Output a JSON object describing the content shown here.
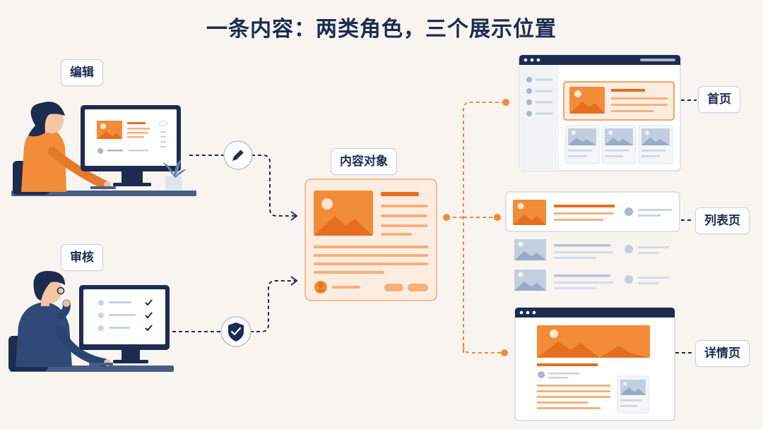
{
  "title": "一条内容：两类角色，三个展示位置",
  "roles": {
    "edit": {
      "label": "编辑",
      "icon": "pencil-icon"
    },
    "review": {
      "label": "审核",
      "icon": "shield-check-icon"
    }
  },
  "content_object": {
    "label": "内容对象"
  },
  "placements": {
    "home": {
      "label": "首页"
    },
    "list": {
      "label": "列表页"
    },
    "detail": {
      "label": "详情页"
    }
  },
  "colors": {
    "accent": "#f28c38",
    "accent_dark": "#e56f1f",
    "navy": "#1d2b4f",
    "background": "#f8f5f1",
    "muted_blue": "#a9b6cc"
  }
}
